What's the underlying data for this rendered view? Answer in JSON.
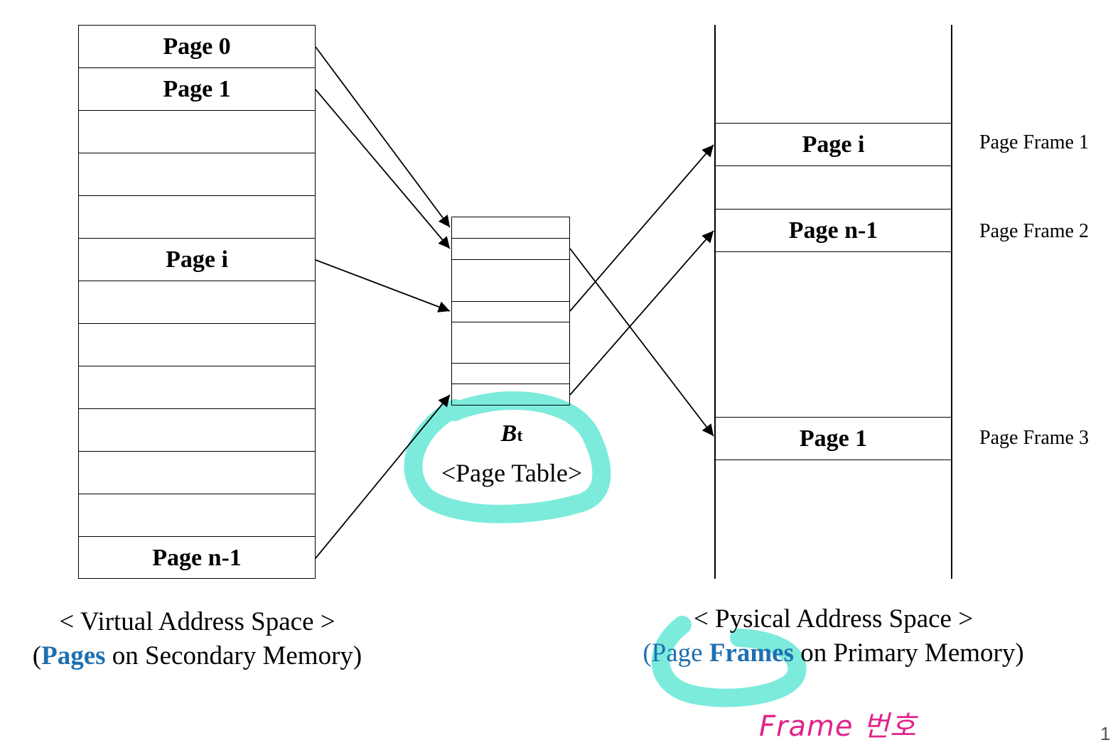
{
  "virtual_space": {
    "rows": [
      "Page 0",
      "Page 1",
      "",
      "",
      "",
      "Page i",
      "",
      "",
      "",
      "",
      "",
      "",
      "Page n-1"
    ],
    "caption_line1": "< Virtual Address Space >",
    "caption_open": "(",
    "caption_highlight": "Pages",
    "caption_rest": " on Secondary Memory)"
  },
  "page_table": {
    "symbol": "B",
    "symbol_sub": "t",
    "label": "<Page Table>"
  },
  "physical_space": {
    "frames": [
      {
        "page": "Page i",
        "label": "Page Frame 1"
      },
      {
        "page": "Page n-1",
        "label": "Page Frame 2"
      },
      {
        "page": "Page 1",
        "label": "Page Frame 3"
      }
    ],
    "caption_line1": "< Pysical Address Space >",
    "caption_open": "(Page ",
    "caption_highlight": "Frames",
    "caption_rest": " on Primary Memory)"
  },
  "annotations": {
    "handwritten_note": "Frame 번호",
    "highlight_color": "#6ee9d8",
    "note_color": "#e0248a",
    "accent_color": "#1e6fb0"
  },
  "slide_number": "1"
}
